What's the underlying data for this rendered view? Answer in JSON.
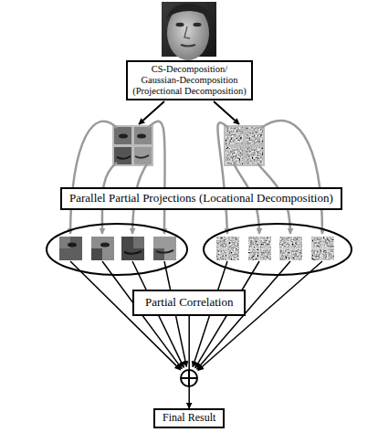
{
  "diagram": {
    "nodes": [
      {
        "text": [
          "CS-Decomposition/ Gaussian-Decomposition (Projectional Decomposition)"
        ]
      },
      {
        "text": [
          "Parallel Partial Projections (Locational Decomposition)"
        ]
      },
      {
        "text": [
          "Partial Correlation"
        ]
      },
      {
        "text": [
          "Final Result"
        ]
      }
    ],
    "edges": [
      {
        "from": 2,
        "to": 3,
        "arrow": "to"
      }
    ]
  }
}
